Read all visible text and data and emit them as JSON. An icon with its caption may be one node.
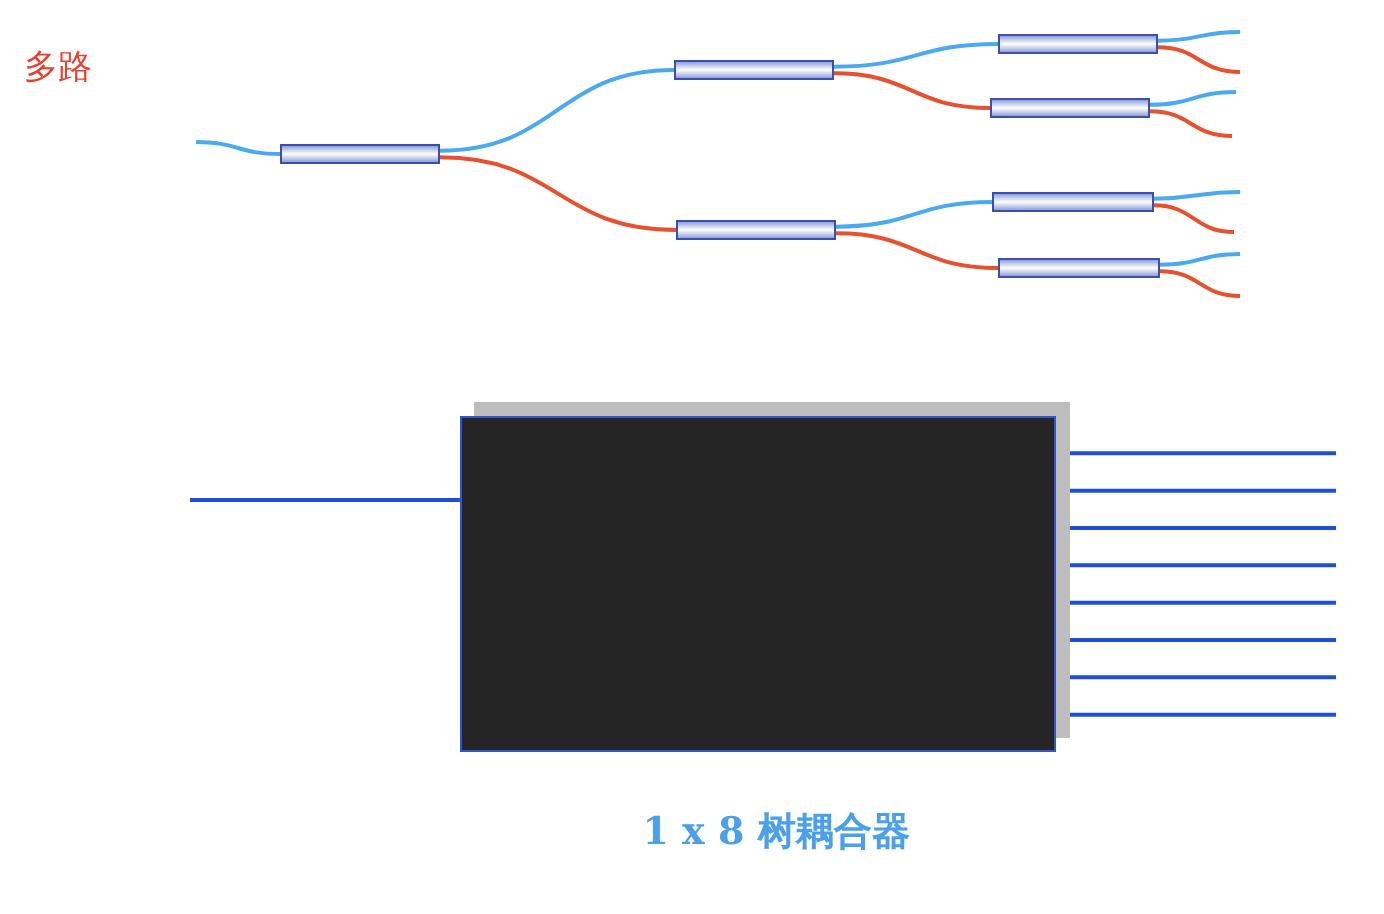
{
  "diagram": {
    "caption": "1 x 8 树耦合器",
    "nodes": [
      {
        "text": [],
        "shape": "bar"
      },
      {
        "text": [],
        "shape": "bar"
      },
      {
        "text": [],
        "shape": "bar"
      },
      {
        "text": [],
        "shape": "bar"
      },
      {
        "text": [],
        "shape": "bar"
      },
      {
        "text": [],
        "shape": "bar"
      },
      {
        "text": [],
        "shape": "bar"
      },
      {
        "text": [],
        "shape": "box"
      }
    ],
    "edges": [
      {
        "from": null,
        "to": 0,
        "arrow": "none",
        "color": "#4aaaf0"
      },
      {
        "from": 0,
        "to": 1,
        "arrow": "none",
        "color": "#4aaaf0"
      },
      {
        "from": 0,
        "to": 2,
        "arrow": "none",
        "color": "#e8502e"
      },
      {
        "from": 1,
        "to": 3,
        "arrow": "none",
        "color": "#4aaaf0"
      },
      {
        "from": 1,
        "to": 4,
        "arrow": "none",
        "color": "#e8502e"
      },
      {
        "from": 2,
        "to": 5,
        "arrow": "none",
        "color": "#4aaaf0"
      },
      {
        "from": 2,
        "to": 6,
        "arrow": "none",
        "color": "#e8502e"
      },
      {
        "from": 3,
        "to": null,
        "arrow": "none",
        "color": "#4aaaf0"
      },
      {
        "from": 3,
        "to": null,
        "arrow": "none",
        "color": "#e8502e"
      },
      {
        "from": 4,
        "to": null,
        "arrow": "none",
        "color": "#4aaaf0"
      },
      {
        "from": 4,
        "to": null,
        "arrow": "none",
        "color": "#e8502e"
      },
      {
        "from": 5,
        "to": null,
        "arrow": "none",
        "color": "#4aaaf0"
      },
      {
        "from": 5,
        "to": null,
        "arrow": "none",
        "color": "#e8502e"
      },
      {
        "from": 6,
        "to": null,
        "arrow": "none",
        "color": "#4aaaf0"
      },
      {
        "from": 6,
        "to": null,
        "arrow": "none",
        "color": "#e8502e"
      },
      {
        "from": null,
        "to": 7,
        "arrow": "none"
      },
      {
        "from": 7,
        "to": null,
        "arrow": "none"
      },
      {
        "from": 7,
        "to": null,
        "arrow": "none"
      },
      {
        "from": 7,
        "to": null,
        "arrow": "none"
      },
      {
        "from": 7,
        "to": null,
        "arrow": "none"
      },
      {
        "from": 7,
        "to": null,
        "arrow": "none"
      },
      {
        "from": 7,
        "to": null,
        "arrow": "none"
      },
      {
        "from": 7,
        "to": null,
        "arrow": "none"
      },
      {
        "from": 7,
        "to": null,
        "arrow": "none"
      }
    ],
    "labels": [
      "多路"
    ]
  }
}
